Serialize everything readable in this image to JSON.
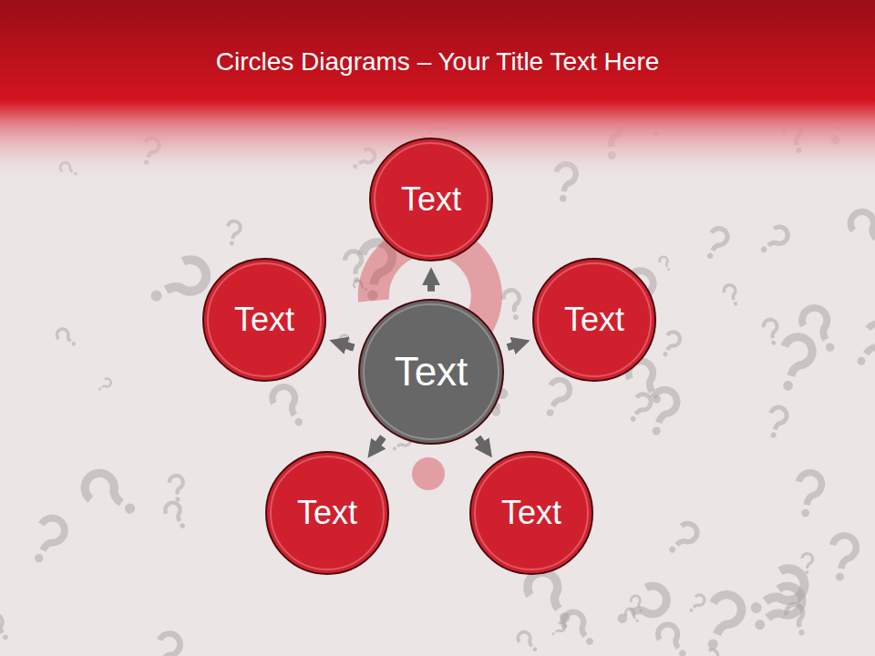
{
  "diagram": {
    "title": "Circles Diagrams – Your Title Text Here",
    "nodes": [
      {
        "text": [
          "Text"
        ]
      },
      {
        "text": [
          "Text"
        ]
      },
      {
        "text": [
          "Text"
        ]
      },
      {
        "text": [
          "Text"
        ]
      },
      {
        "text": [
          "Text"
        ]
      },
      {
        "text": [
          "Text"
        ]
      }
    ],
    "edges": [
      {
        "from": 3,
        "to": 0,
        "arrow": "to"
      },
      {
        "from": 3,
        "to": 1,
        "arrow": "to"
      },
      {
        "from": 3,
        "to": 2,
        "arrow": "to"
      },
      {
        "from": 3,
        "to": 4,
        "arrow": "to"
      },
      {
        "from": 3,
        "to": 5,
        "arrow": "to"
      }
    ]
  }
}
